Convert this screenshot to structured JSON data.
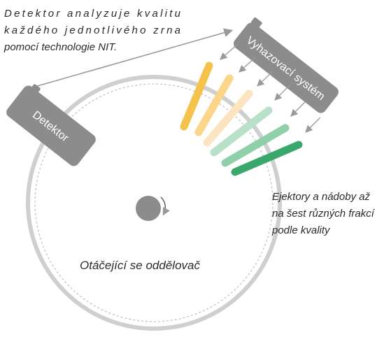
{
  "note_detector": [
    "Detektor analyzuje kvalitu",
    "každého jednotlivého zrna",
    "pomocí technologie NIT."
  ],
  "note_ejectors": [
    "Ejektory a nádoby až",
    "na šest různých frakcí",
    "podle kvality"
  ],
  "detector_label": "Detektor",
  "ejection_label": "Vyhazovací systém",
  "separator_label": "Otáčející se oddělovač",
  "colors": {
    "gray": "#8c8c8c",
    "fractions": [
      "#f5c24c",
      "#fbd58a",
      "#fde4c0",
      "#b9e0c8",
      "#8fcfa9",
      "#3aa86d"
    ]
  }
}
